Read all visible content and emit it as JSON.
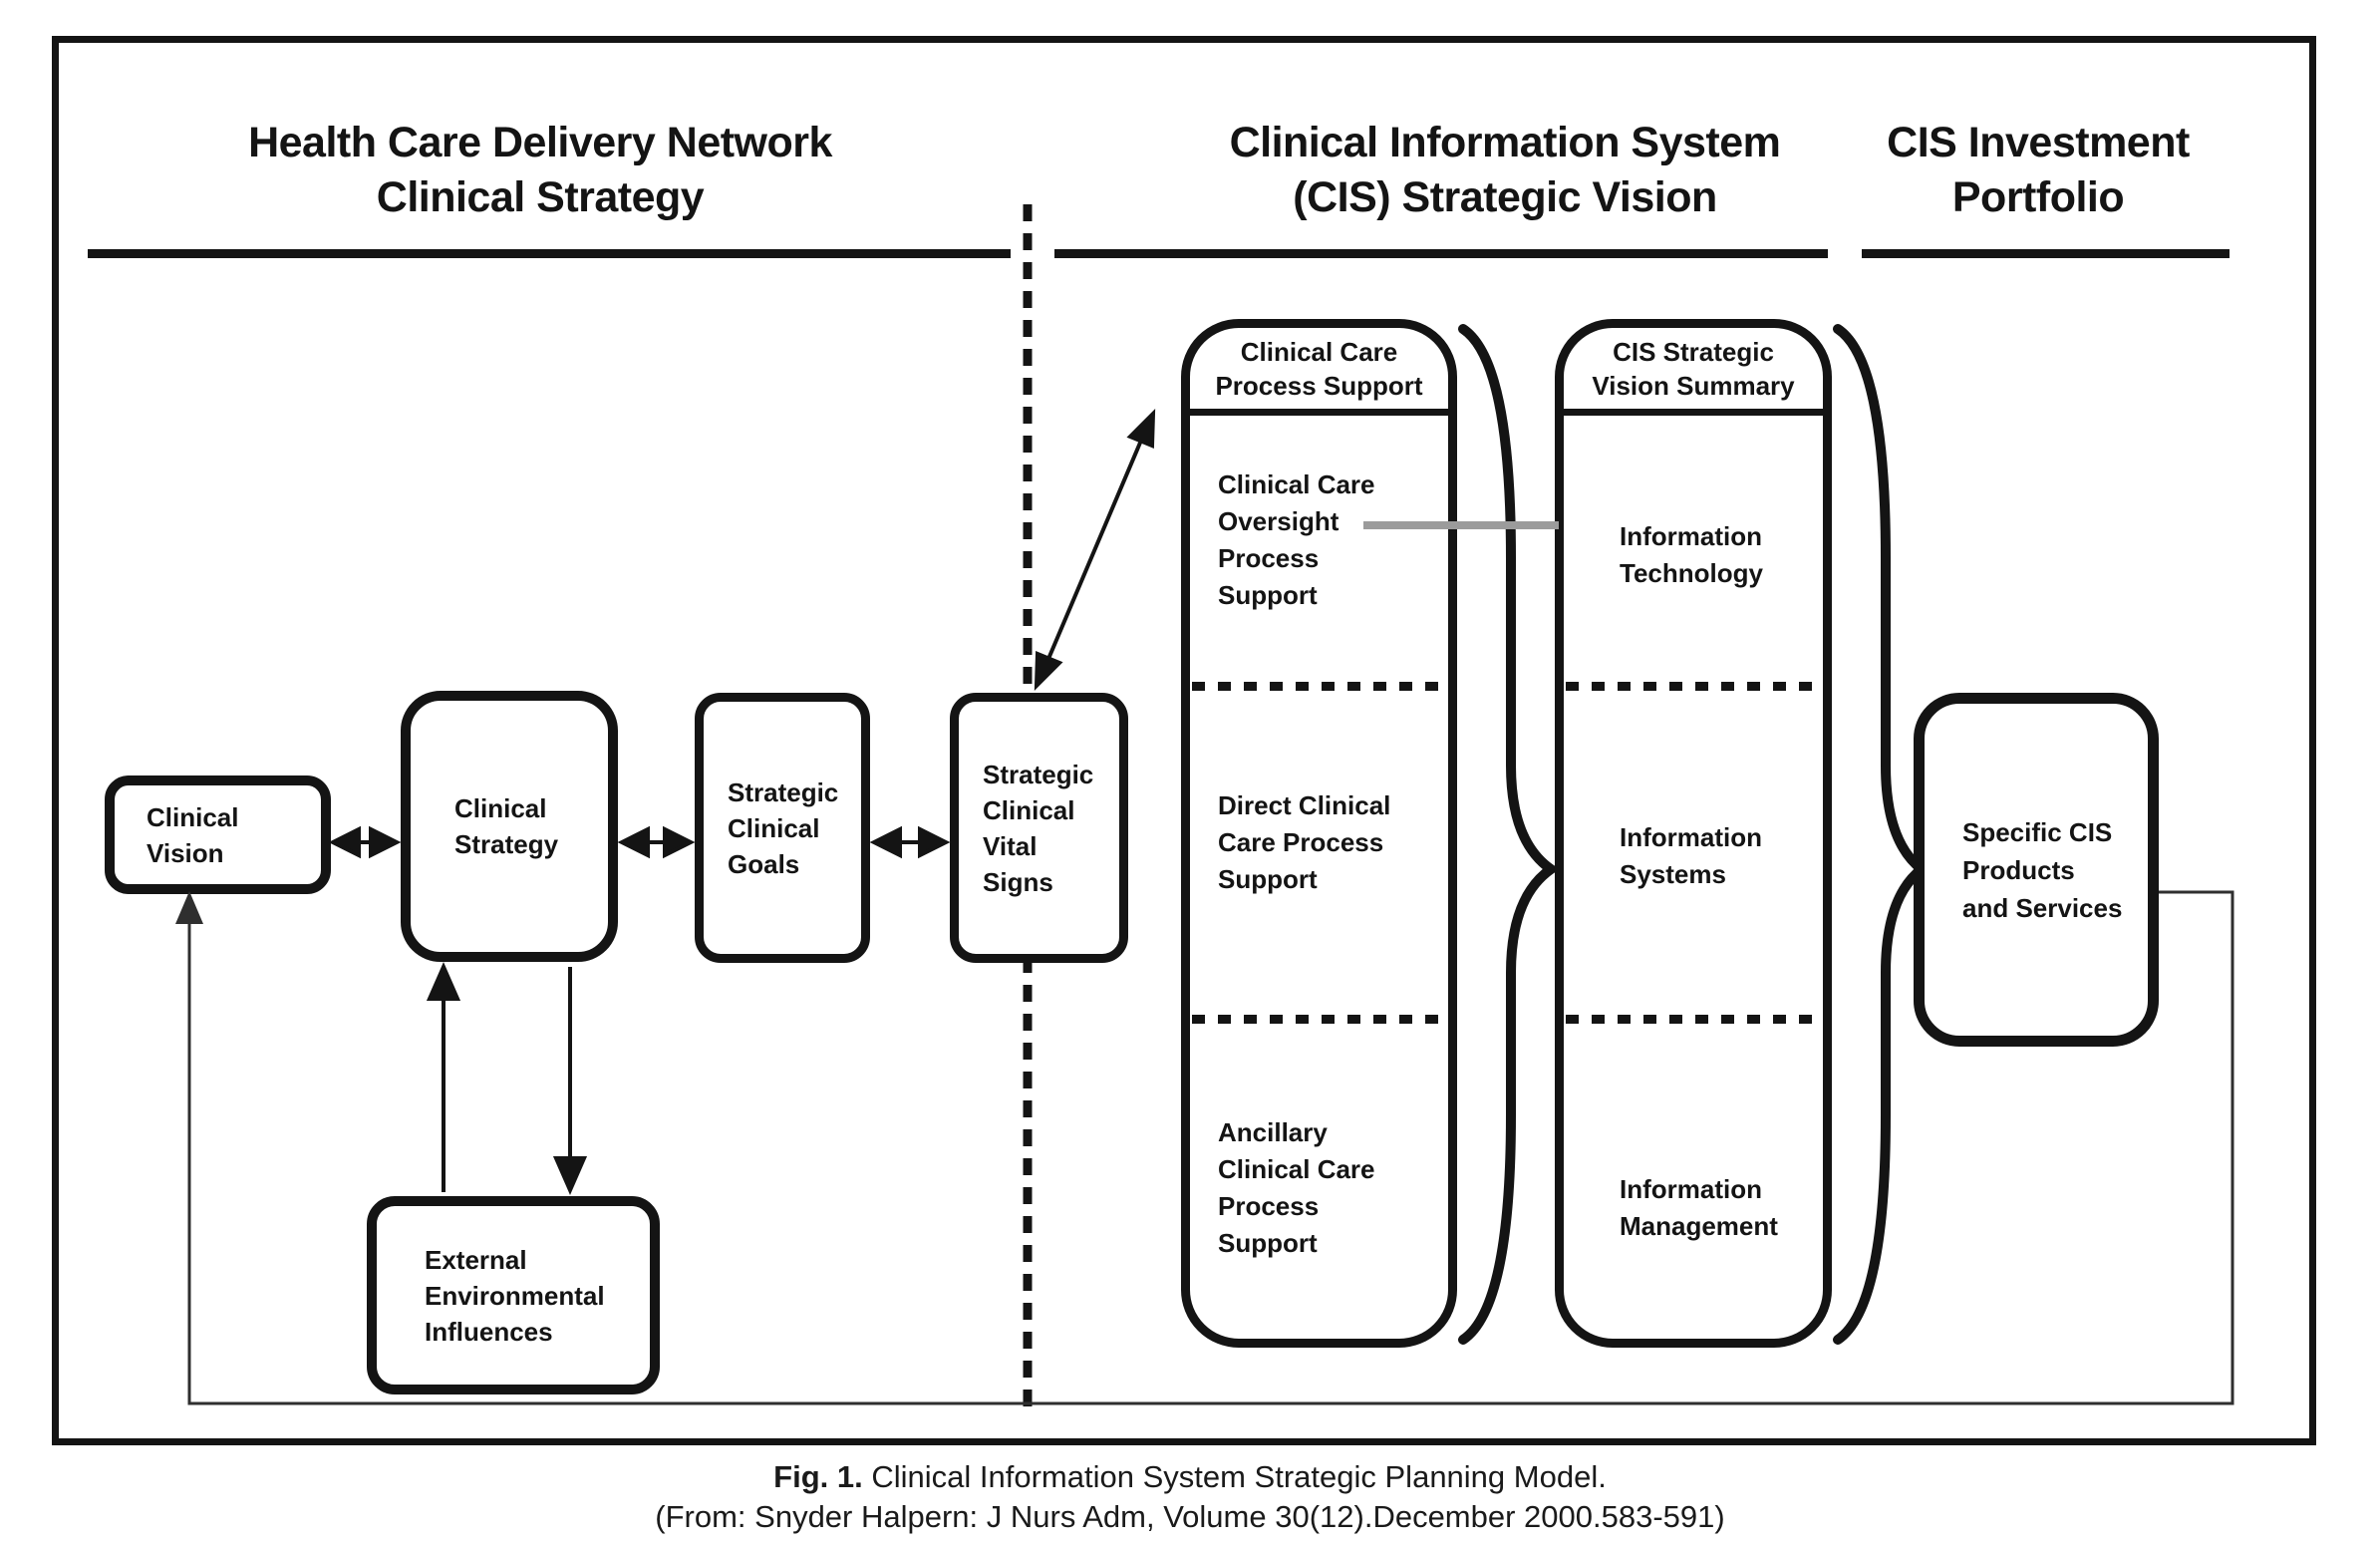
{
  "colors": {
    "ink": "#141414",
    "gray_connector": "#9b9b9b",
    "paper": "#ffffff"
  },
  "headers": {
    "left": "Health Care Delivery Network\nClinical Strategy",
    "middle": "Clinical Information System\n(CIS) Strategic Vision",
    "right": "CIS Investment\nPortfolio"
  },
  "boxes": {
    "clinical_vision": "Clinical\nVision",
    "clinical_strategy": "Clinical\nStrategy",
    "strategic_clinical_goals": "Strategic\nClinical\nGoals",
    "strategic_clinical_vital_signs": "Strategic\nClinical\nVital\nSigns",
    "external_environmental_influences": "External\nEnvironmental\nInfluences",
    "specific_cis_products": "Specific CIS\nProducts\nand Services"
  },
  "clinical_care_process_support": {
    "header": "Clinical Care\nProcess Support",
    "sections": [
      "Clinical Care\nOversight\nProcess\nSupport",
      "Direct Clinical\nCare Process\nSupport",
      "Ancillary\nClinical Care\nProcess\nSupport"
    ]
  },
  "cis_strategic_vision_summary": {
    "header": "CIS Strategic\nVision Summary",
    "sections": [
      "Information\nTechnology",
      "Information\nSystems",
      "Information\nManagement"
    ]
  },
  "caption": {
    "fig_label": "Fig. 1.",
    "title": "Clinical Information System Strategic Planning Model.",
    "source": "(From: Snyder Halpern: J Nurs Adm, Volume 30(12).December 2000.583-591)"
  }
}
